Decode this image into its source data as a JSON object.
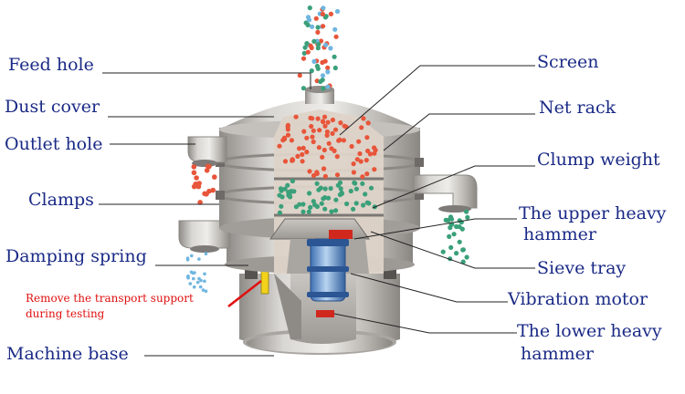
{
  "labels_left": {
    "feed_hole": "Feed hole",
    "dust_cover": "Dust cover",
    "outlet_hole": "Outlet hole",
    "clamps": "Clamps",
    "damping_spring": "Damping spring",
    "machine_base": "Machine base"
  },
  "labels_right": {
    "screen": "Screen",
    "net_rack": "Net rack",
    "clump_weight": "Clump weight",
    "upper_heavy_hammer_line1": "The upper heavy",
    "upper_heavy_hammer_line2": "hammer",
    "sieve_tray": "Sieve tray",
    "vibration_motor": "Vibration motor",
    "lower_heavy_hammer_line1": "The lower heavy",
    "lower_heavy_hammer_line2": "hammer"
  },
  "note": {
    "line1": "Remove the transport support",
    "line2": "during testing"
  },
  "colors": {
    "label": "#1a2a86",
    "note": "#e01010",
    "steel": "#b9b6b2",
    "particles_red": "#e8553a",
    "particles_green": "#3aa07a",
    "particles_blue": "#6fb6e0",
    "spring_yellow": "#f2d21a"
  }
}
